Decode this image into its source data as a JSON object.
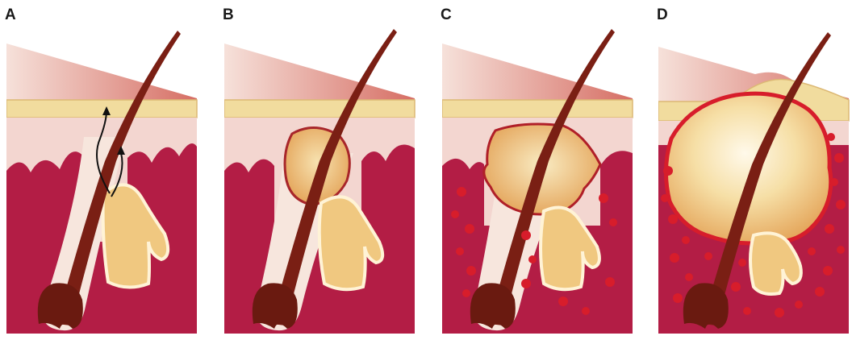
{
  "panels": [
    {
      "label": "A"
    },
    {
      "label": "B"
    },
    {
      "label": "C"
    },
    {
      "label": "D"
    }
  ],
  "colors": {
    "background": "#ffffff",
    "surface_wedge": "#e9b8ae",
    "epidermis_band": "#f1dc9e",
    "dermis_upper": "#f3d6d0",
    "dermis_deep": "#b31d45",
    "hair_shaft": "#7a1f14",
    "sebaceous_gland": "#f0c880",
    "gland_edge": "#fff3d6",
    "inflammation": "#d71d2b",
    "arrow": "#111111"
  },
  "stages": [
    {
      "label": "A",
      "lesion": "normal",
      "arrows": true,
      "inflammation_dots": 0
    },
    {
      "label": "B",
      "lesion": "small",
      "arrows": false,
      "inflammation_dots": 0
    },
    {
      "label": "C",
      "lesion": "medium",
      "arrows": false,
      "inflammation_dots": 14
    },
    {
      "label": "D",
      "lesion": "large",
      "arrows": false,
      "inflammation_dots": 22
    }
  ]
}
